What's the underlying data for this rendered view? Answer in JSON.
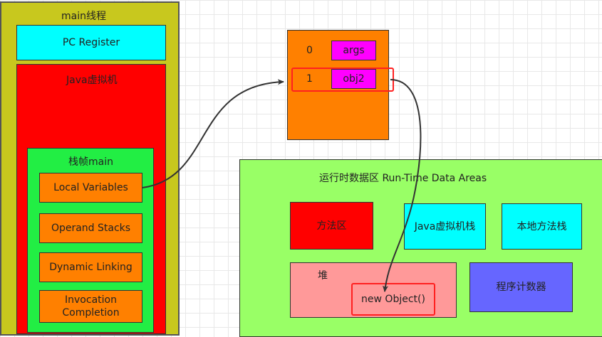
{
  "thread": {
    "title": "main线程",
    "pc_register": "PC Register",
    "jvm_stack": "Java虚拟机",
    "frame": {
      "title": "栈帧main",
      "items": [
        "Local Variables",
        "Operand Stacks",
        "Dynamic Linking",
        "Invocation Completion"
      ]
    }
  },
  "local_variable_table": {
    "slots": [
      {
        "index": "0",
        "name": "args"
      },
      {
        "index": "1",
        "name": "obj2"
      }
    ]
  },
  "runtime_data_areas": {
    "title": "运行时数据区 Run-Time Data Areas",
    "method_area": "方法区",
    "jvm_stack": "Java虚拟机栈",
    "native_stack": "本地方法栈",
    "heap": {
      "title": "堆",
      "object": "new Object()"
    },
    "pc_counter": "程序计数器"
  },
  "colors": {
    "thread": "#c8c81e",
    "pc_register": "#00ffff",
    "jvm": "#ff0000",
    "frame": "#22ee44",
    "frame_item": "#ff8000",
    "slot": "#ff00ff",
    "runtime_area": "#99ff66",
    "heap": "#ff9999",
    "pc_counter": "#6666ff",
    "highlight": "#ff2020"
  }
}
